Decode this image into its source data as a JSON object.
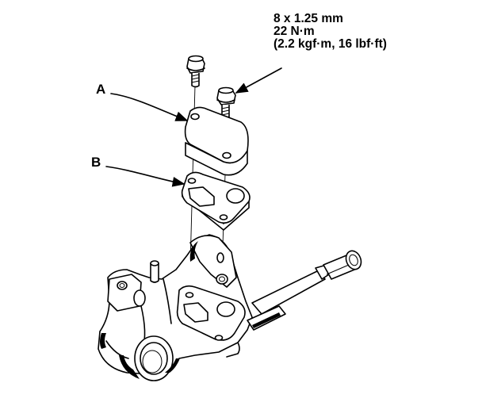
{
  "torque_spec": {
    "line1": "8 x 1.25 mm",
    "line2": "22 N·m",
    "line3": "(2.2 kgf·m, 16 lbf·ft)"
  },
  "callouts": {
    "a": "A",
    "b": "B"
  }
}
